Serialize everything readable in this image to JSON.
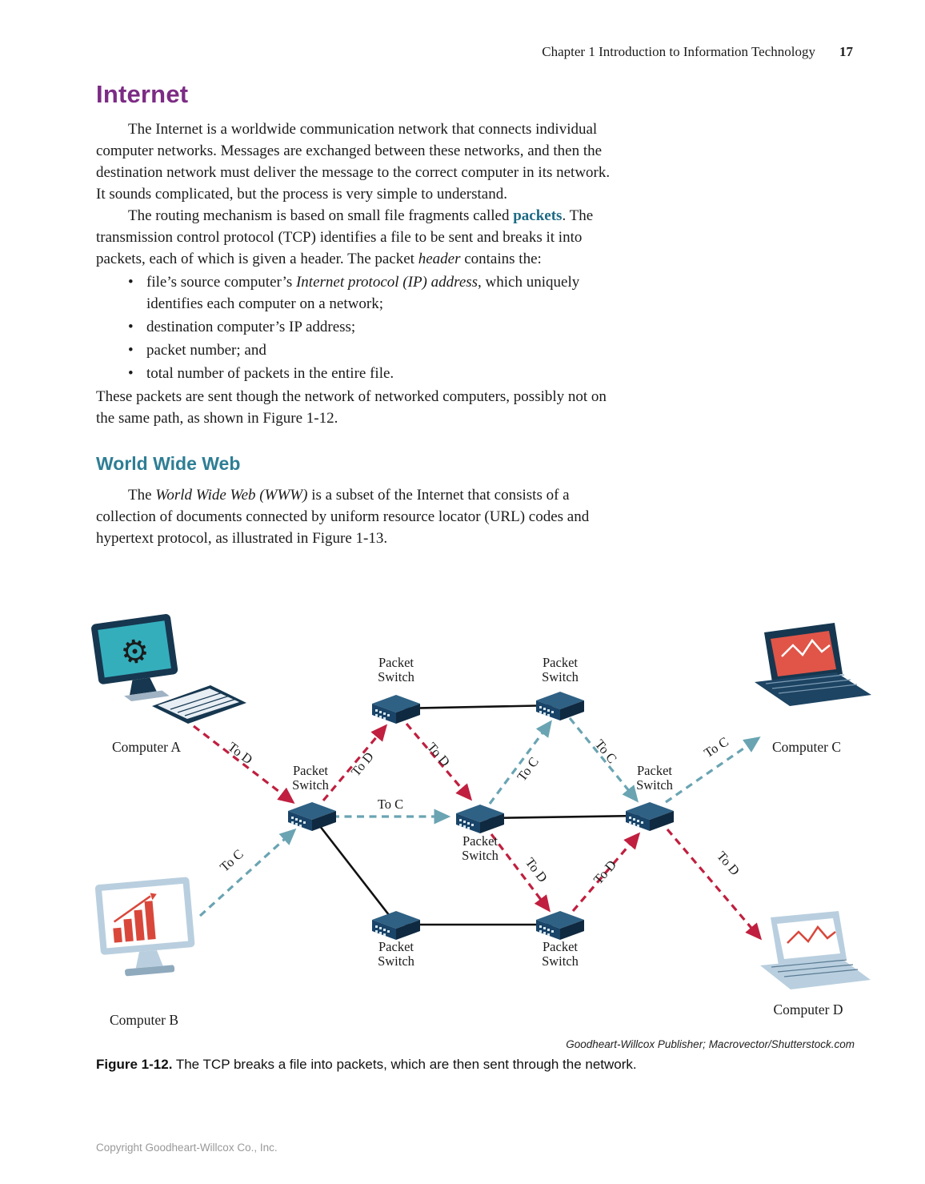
{
  "header": {
    "chapter": "Chapter 1  Introduction to Information Technology",
    "page_number": "17"
  },
  "article": {
    "title": "Internet",
    "para1": "The Internet is a worldwide communication network that connects individual computer networks. Messages are exchanged between these networks, and then the destination network must deliver the message to the correct computer in its network. It sounds complicated, but the process is very simple to understand.",
    "para2": {
      "t1": "The routing mechanism is based on small file fragments called ",
      "packets_term": "packets",
      "t2": ". The transmission control protocol (TCP) identifies a file to be sent and breaks it into packets, each of which is given a header. The packet ",
      "header_term": "header",
      "t3": " contains the:"
    },
    "bullets": [
      {
        "pre": "file’s source computer’s ",
        "em": "Internet protocol (IP) address",
        "post": ", which uniquely identifies each computer on a network;"
      },
      {
        "pre": "destination computer’s IP address;",
        "em": "",
        "post": ""
      },
      {
        "pre": "packet number; and",
        "em": "",
        "post": ""
      },
      {
        "pre": "total number of packets in the entire file.",
        "em": "",
        "post": ""
      }
    ],
    "para3": "These packets are sent though the network of networked computers, possibly not on the same path, as shown in Figure 1-12.",
    "www": {
      "heading": "World Wide Web",
      "t1": "The ",
      "em": "World Wide Web (WWW)",
      "t2": " is a subset of the Internet that consists of a collection of documents connected by uniform resource locator (URL) codes and hypertext protocol, as illustrated in Figure 1-13."
    }
  },
  "figure": {
    "credit": "Goodheart-Willcox Publisher; Macrovector/Shutterstock.com",
    "caption_label": "Figure 1-12.",
    "caption_text": " The TCP breaks a file into packets, which are then sent through the network."
  },
  "footer": {
    "copyright": "Copyright Goodheart-Willcox Co., Inc."
  },
  "diagram": {
    "switch_label": {
      "line1": "Packet",
      "line2": "Switch"
    },
    "computers": {
      "a": "Computer A",
      "b": "Computer B",
      "c": "Computer C",
      "d": "Computer D"
    },
    "labels": {
      "to_c": "To C",
      "to_d": "To D"
    },
    "colors": {
      "route_to_d": "#c01f3f",
      "route_to_c": "#6aa4b2",
      "device_navy": "#16374f",
      "screen_teal": "#35aebc",
      "screen_red": "#e05548",
      "chart_red": "#d9473b"
    }
  }
}
